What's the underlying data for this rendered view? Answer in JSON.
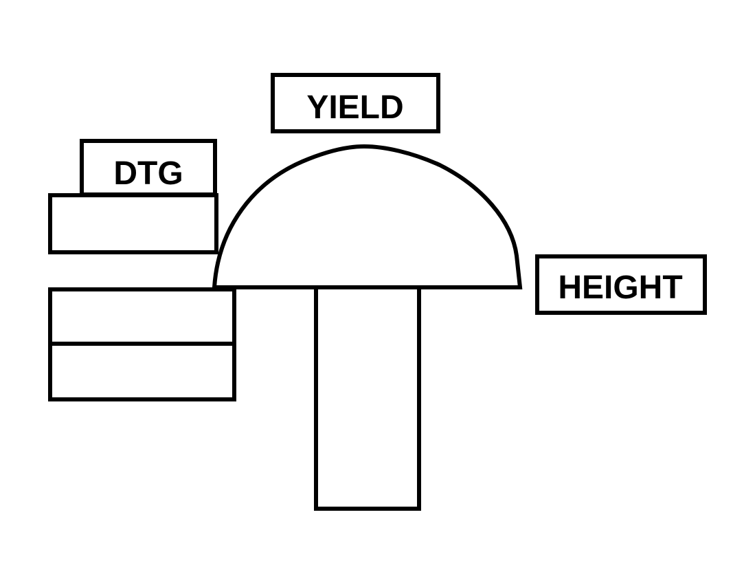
{
  "diagram": {
    "labels": {
      "yield": "YIELD",
      "dtg": "DTG",
      "height": "HEIGHT"
    },
    "colors": {
      "stroke": "#000000",
      "background": "#ffffff"
    }
  }
}
